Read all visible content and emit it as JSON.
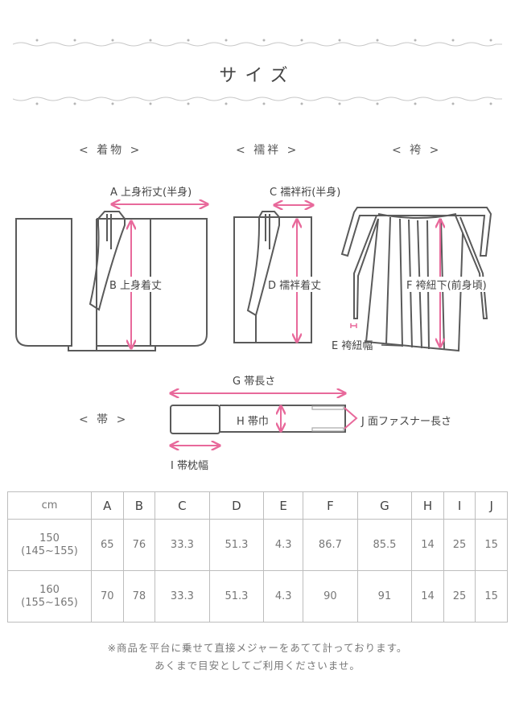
{
  "header": {
    "title": "サイズ"
  },
  "sections": {
    "kimono": "< 着物 >",
    "juban": "< 襦袢 >",
    "hakama": "< 袴 >",
    "obi": "< 帯 >"
  },
  "measurements": {
    "A": "A 上身裄丈(半身)",
    "B": "B 上身着丈",
    "C": "C 襦袢裄(半身)",
    "D": "D 襦袢着丈",
    "E": "E 袴紐幅",
    "F": "F 袴紐下(前身頃)",
    "G": "G 帯長さ",
    "H": "H 帯巾",
    "I": "I 帯枕幅",
    "J": "J 面ファスナー長さ"
  },
  "colors": {
    "accent_pink": "#e8699b",
    "line_gray": "#555555",
    "table_border": "#bdbdbd"
  },
  "table": {
    "unit": "cm",
    "columns": [
      "A",
      "B",
      "C",
      "D",
      "E",
      "F",
      "G",
      "H",
      "I",
      "J"
    ],
    "rows": [
      {
        "size": "150",
        "range": "(145~155)",
        "values": [
          "65",
          "76",
          "33.3",
          "51.3",
          "4.3",
          "86.7",
          "85.5",
          "14",
          "25",
          "15"
        ]
      },
      {
        "size": "160",
        "range": "(155~165)",
        "values": [
          "70",
          "78",
          "33.3",
          "51.3",
          "4.3",
          "90",
          "91",
          "14",
          "25",
          "15"
        ]
      }
    ]
  },
  "notes": {
    "line1": "※商品を平台に乗せて直接メジャーをあてて計っております。",
    "line2": "あくまで目安としてご利用くださいませ。"
  }
}
